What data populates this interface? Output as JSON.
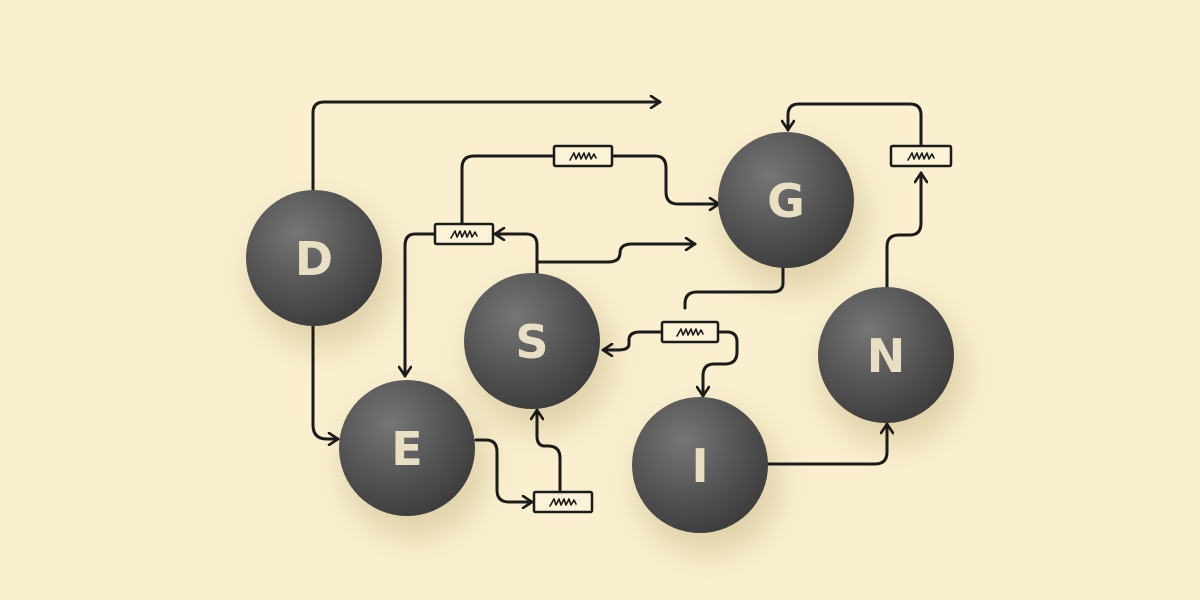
{
  "diagram": {
    "nodes": [
      {
        "id": "d",
        "letter": "D"
      },
      {
        "id": "e",
        "letter": "E"
      },
      {
        "id": "s",
        "letter": "S"
      },
      {
        "id": "i",
        "letter": "I"
      },
      {
        "id": "g",
        "letter": "G"
      },
      {
        "id": "n",
        "letter": "N"
      }
    ],
    "edges": [
      {
        "from": "D",
        "to": "off-canvas"
      },
      {
        "from": "D",
        "to": "E"
      },
      {
        "from": "E",
        "to": "label-chip"
      },
      {
        "from": "label-chip",
        "to": "S"
      },
      {
        "from": "S",
        "to": "label-chip"
      },
      {
        "from": "label-chip",
        "to": "E"
      },
      {
        "from": "label-chip",
        "to": "G"
      },
      {
        "from": "S",
        "to": "off-canvas"
      },
      {
        "from": "G",
        "to": "S"
      },
      {
        "from": "label-chip",
        "to": "I"
      },
      {
        "from": "I",
        "to": "N"
      },
      {
        "from": "N",
        "to": "label-chip"
      },
      {
        "from": "label-chip",
        "to": "G"
      }
    ],
    "colors": {
      "background": "#faefcf",
      "node": "#555555",
      "letter": "#e9dfc3",
      "line": "#1b1b1b",
      "chip": "#fbf2d8"
    }
  }
}
